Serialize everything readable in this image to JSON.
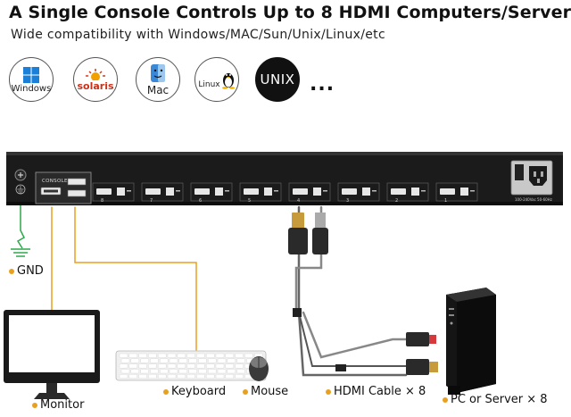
{
  "header": {
    "title": "A Single Console Controls Up to 8 HDMI Computers/Servers",
    "subtitle": "Wide compatibility with Windows/MAC/Sun/Unix/Linux/etc"
  },
  "os_logos": [
    {
      "label": "Windows",
      "icon": "windows-icon"
    },
    {
      "label": "solaris",
      "icon": "solaris-icon"
    },
    {
      "label": "Mac",
      "icon": "mac-icon"
    },
    {
      "label": "Linux",
      "icon": "linux-icon"
    },
    {
      "label": "UNIX",
      "icon": "unix-icon"
    }
  ],
  "more": "...",
  "kvm": {
    "console_label": "CONSOLE",
    "port_numbers": [
      "8",
      "7",
      "6",
      "5",
      "4",
      "3",
      "2",
      "1"
    ],
    "power_rating": "100-240Vac 50-60Hz"
  },
  "captions": {
    "gnd": "GND",
    "monitor": "Monitor",
    "keyboard": "Keyboard",
    "mouse": "Mouse",
    "hdmi_cable": "HDMI Cable × 8",
    "pc": "PC or Server  × 8"
  },
  "colors": {
    "accent": "#e8a020",
    "ground": "#2ea84a",
    "device": "#141414"
  }
}
